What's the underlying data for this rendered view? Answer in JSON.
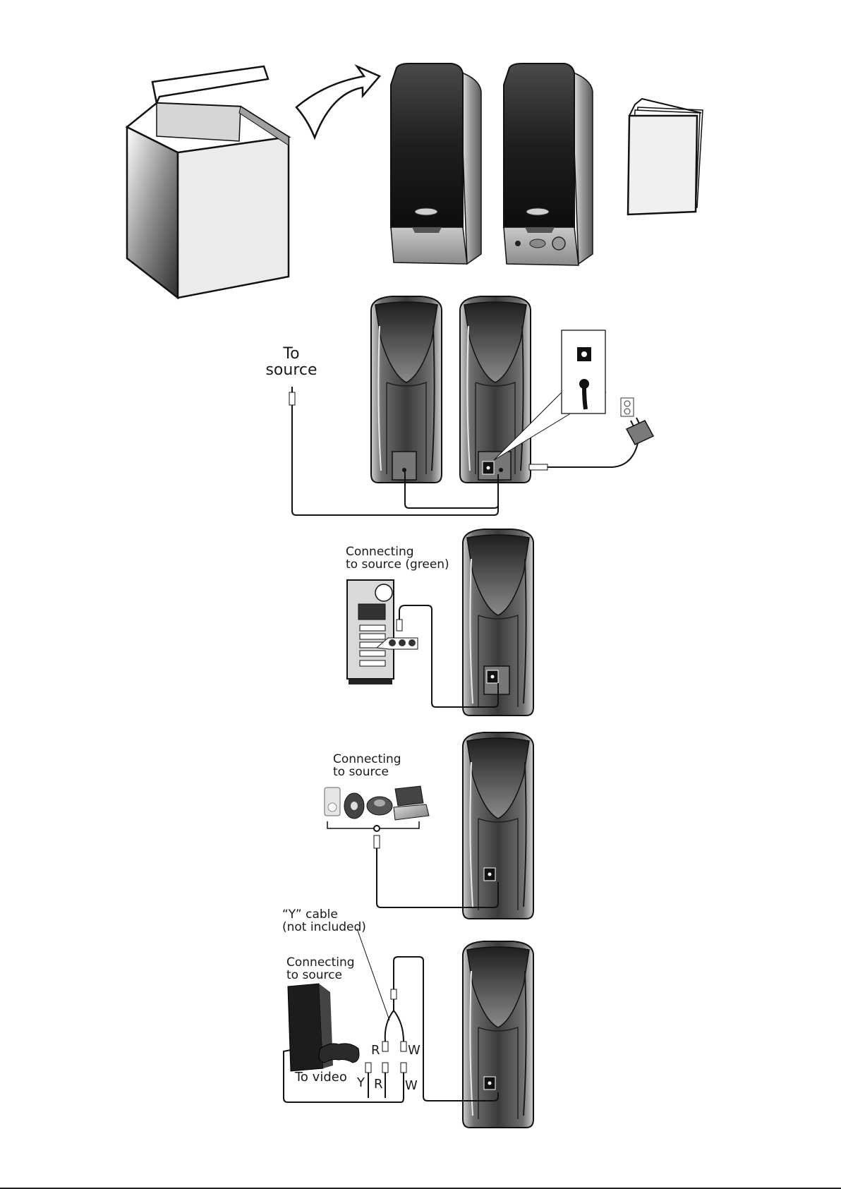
{
  "panels": {
    "unbox": {
      "name": "unpacking"
    },
    "setup": {
      "to_source_line1": "To",
      "to_source_line2": "source"
    },
    "computer": {
      "line1": "Connecting",
      "line2": "to source (green)"
    },
    "portable": {
      "line1": "Connecting",
      "line2": "to source"
    },
    "console": {
      "ycable_line1": "“Y” cable",
      "ycable_line2": "(not included)",
      "connect_line1": "Connecting",
      "connect_line2": "to source",
      "to_video": "To video",
      "jack_y": "Y",
      "jack_r_lower": "R",
      "jack_w_lower": "W",
      "jack_r_upper": "R",
      "jack_w_upper": "W"
    }
  },
  "colors": {
    "ink": "#1a1a1a",
    "speaker_dark": "#222222",
    "speaker_mid": "#6a6a6a",
    "speaker_light": "#d8d8d8"
  }
}
